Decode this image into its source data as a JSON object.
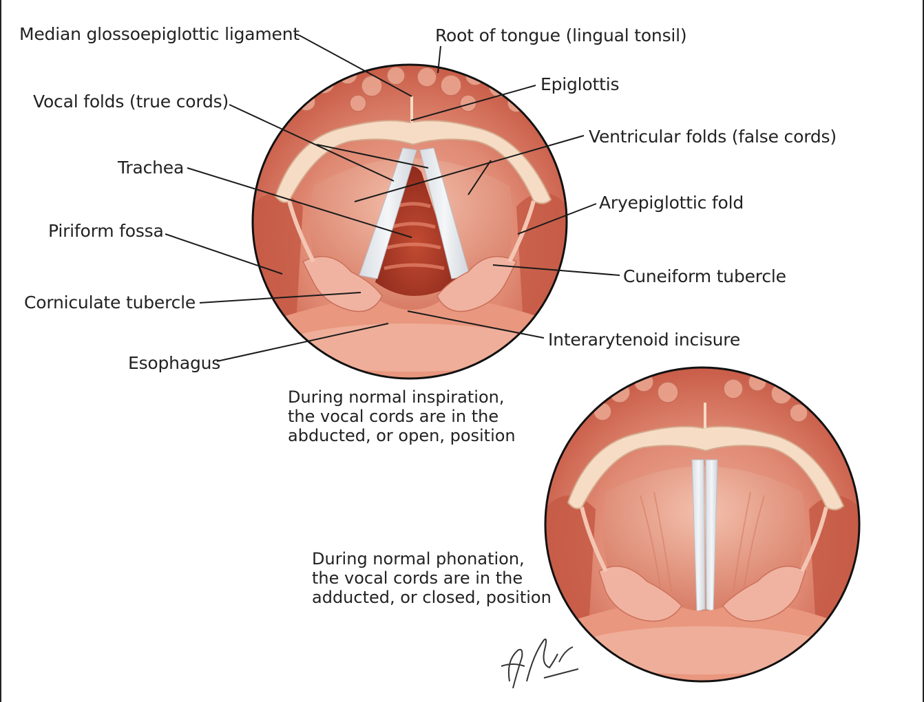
{
  "labels": {
    "median_glossoepiglottic": "Median glossoepiglottic ligament",
    "root_of_tongue": "Root of tongue (lingual tonsil)",
    "epiglottis": "Epiglottis",
    "vocal_folds": "Vocal folds (true cords)",
    "ventricular_folds": "Ventricular folds (false cords)",
    "trachea": "Trachea",
    "aryepiglottic_fold": "Aryepiglottic fold",
    "piriform_fossa": "Piriform fossa",
    "cuneiform_tubercle": "Cuneiform tubercle",
    "corniculate_tubercle": "Corniculate tubercle",
    "interarytenoid_incisure": "Interarytenoid incisure",
    "esophagus": "Esophagus"
  },
  "captions": {
    "inspiration": [
      "During normal inspiration,",
      "the vocal cords are in the",
      "abducted, or open, position"
    ],
    "phonation": [
      "During normal phonation,",
      "the vocal cords are in the",
      "adducted, or closed, position"
    ]
  },
  "signature": "F. Netter M.D.",
  "colors": {
    "mucosa": "#e9a08e",
    "mucosa_dark": "#c85f4c",
    "deep": "#a93a2a",
    "epiglottis": "#f6dcc4",
    "cord": "#e8ebee",
    "line": "#1a1a1a"
  }
}
